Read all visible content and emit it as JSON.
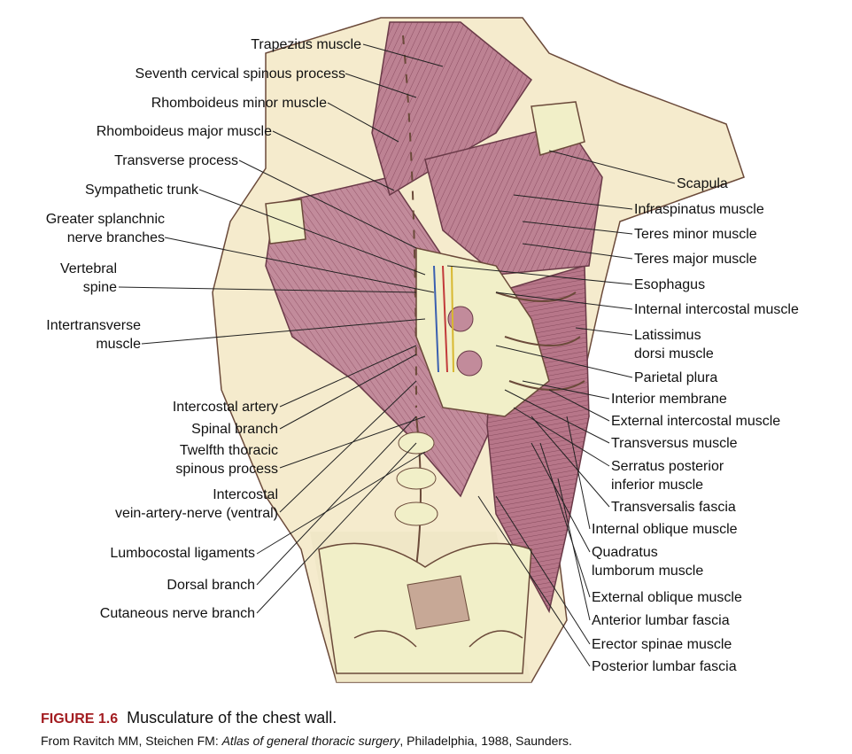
{
  "figure": {
    "number": "FIGURE 1.6",
    "title": "Musculature of the chest wall.",
    "source_prefix": "From Ravitch MM, Steichen FM: ",
    "source_book": "Atlas of general thoracic surgery",
    "source_suffix": ", Philadelphia, 1988, Saunders."
  },
  "labels_left": [
    {
      "id": "trapezius",
      "lines": [
        "Trapezius muscle"
      ]
    },
    {
      "id": "seventh-cervical",
      "lines": [
        "Seventh cervical spinous process"
      ]
    },
    {
      "id": "rhomboideus-minor",
      "lines": [
        "Rhomboideus minor muscle"
      ]
    },
    {
      "id": "rhomboideus-major",
      "lines": [
        "Rhomboideus major muscle"
      ]
    },
    {
      "id": "transverse-process",
      "lines": [
        "Transverse process"
      ]
    },
    {
      "id": "sympathetic-trunk",
      "lines": [
        "Sympathetic trunk"
      ]
    },
    {
      "id": "greater-splanchnic",
      "lines": [
        "Greater splanchnic",
        "nerve branches"
      ]
    },
    {
      "id": "vertebral-spine",
      "lines": [
        "Vertebral",
        "spine"
      ]
    },
    {
      "id": "intertransverse",
      "lines": [
        "Intertransverse",
        "muscle"
      ]
    },
    {
      "id": "intercostal-artery",
      "lines": [
        "Intercostal artery"
      ]
    },
    {
      "id": "spinal-branch",
      "lines": [
        "Spinal branch"
      ]
    },
    {
      "id": "twelfth-thoracic",
      "lines": [
        "Twelfth thoracic",
        "spinous process"
      ]
    },
    {
      "id": "intercostal-van",
      "lines": [
        "Intercostal",
        "vein-artery-nerve (ventral)"
      ]
    },
    {
      "id": "lumbocostal",
      "lines": [
        "Lumbocostal ligaments"
      ]
    },
    {
      "id": "dorsal-branch",
      "lines": [
        "Dorsal branch"
      ]
    },
    {
      "id": "cutaneous-nerve",
      "lines": [
        "Cutaneous nerve branch"
      ]
    }
  ],
  "labels_right": [
    {
      "id": "scapula",
      "lines": [
        "Scapula"
      ]
    },
    {
      "id": "infraspinatus",
      "lines": [
        "Infraspinatus muscle"
      ]
    },
    {
      "id": "teres-minor",
      "lines": [
        "Teres minor muscle"
      ]
    },
    {
      "id": "teres-major",
      "lines": [
        "Teres major muscle"
      ]
    },
    {
      "id": "esophagus",
      "lines": [
        "Esophagus"
      ]
    },
    {
      "id": "internal-intercostal",
      "lines": [
        "Internal intercostal muscle"
      ]
    },
    {
      "id": "latissimus",
      "lines": [
        "Latissimus",
        "dorsi muscle"
      ]
    },
    {
      "id": "parietal-plura",
      "lines": [
        "Parietal plura"
      ]
    },
    {
      "id": "interior-membrane",
      "lines": [
        "Interior membrane"
      ]
    },
    {
      "id": "external-intercostal",
      "lines": [
        "External intercostal muscle"
      ]
    },
    {
      "id": "transversus",
      "lines": [
        "Transversus muscle"
      ]
    },
    {
      "id": "serratus",
      "lines": [
        "Serratus posterior",
        "inferior muscle"
      ]
    },
    {
      "id": "transversalis",
      "lines": [
        "Transversalis fascia"
      ]
    },
    {
      "id": "internal-oblique",
      "lines": [
        "Internal oblique muscle"
      ]
    },
    {
      "id": "quadratus",
      "lines": [
        "Quadratus",
        "lumborum muscle"
      ]
    },
    {
      "id": "external-oblique",
      "lines": [
        "External oblique muscle"
      ]
    },
    {
      "id": "anterior-lumbar",
      "lines": [
        "Anterior lumbar fascia"
      ]
    },
    {
      "id": "erector-spinae",
      "lines": [
        "Erector spinae muscle"
      ]
    },
    {
      "id": "posterior-lumbar",
      "lines": [
        "Posterior lumbar fascia"
      ]
    }
  ],
  "colors": {
    "muscle": "#b97a8c",
    "muscle_dark": "#8e4f63",
    "bone": "#f1efc8",
    "skin": "#f6eccd",
    "caption_accent": "#a31d21"
  }
}
